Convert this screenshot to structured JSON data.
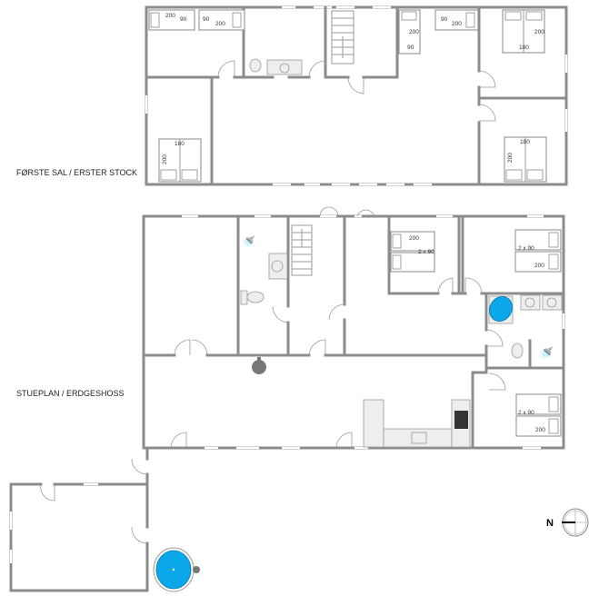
{
  "floors": {
    "upper": {
      "label": "FØRSTE SAL / ERSTER STOCK"
    },
    "ground": {
      "label": "STUEPLAN / ERDGESHOSS"
    }
  },
  "bed_sizes": {
    "w200": "200",
    "w90": "90",
    "w180": "180",
    "twin": "2 x 90"
  },
  "compass": {
    "north_label": "N"
  },
  "colors": {
    "water": "#0aa8e8",
    "wall": "#8c8c8c"
  }
}
